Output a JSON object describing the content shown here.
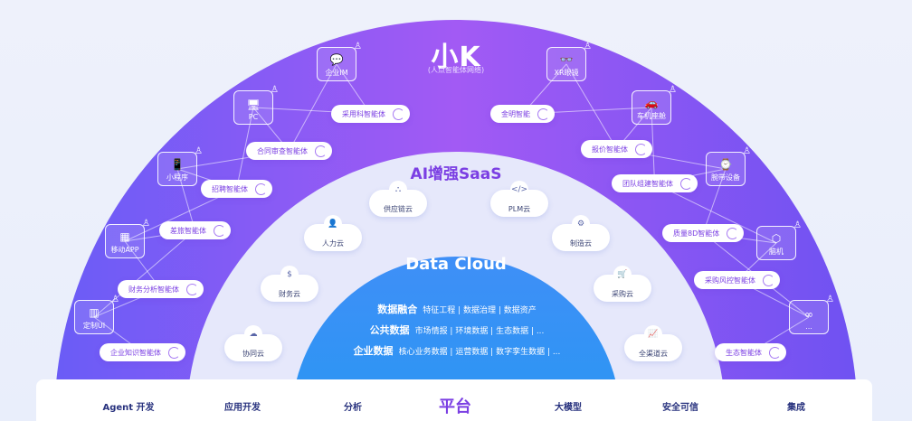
{
  "header": {
    "brand": "小K",
    "brand_sub": "(人点智能体网络)"
  },
  "saas": {
    "title": "AI增强SaaS"
  },
  "data_cloud": {
    "title": "Data Cloud",
    "rows": [
      {
        "label": "数据融合",
        "text": "特征工程 | 数据治理 | 数据资产"
      },
      {
        "label": "公共数据",
        "text": "市场情报 | 环境数据 | 生态数据 | ..."
      },
      {
        "label": "企业数据",
        "text": "核心业务数据 | 运营数据 | 数字孪生数据 | ..."
      }
    ]
  },
  "agents": [
    {
      "label": "采用科智能体"
    },
    {
      "label": "金明智能"
    },
    {
      "label": "合同审查智能体"
    },
    {
      "label": "报价智能体"
    },
    {
      "label": "招聘智能体"
    },
    {
      "label": "团队组建智能体"
    },
    {
      "label": "差旅智能体"
    },
    {
      "label": "质量8D智能体"
    },
    {
      "label": "财务分析智能体"
    },
    {
      "label": "采购风控智能体"
    },
    {
      "label": "企业知识智能体"
    },
    {
      "label": "生态智能体"
    }
  ],
  "devices": [
    {
      "label": "企业IM",
      "icon": "chat-icon",
      "glyph": "💬"
    },
    {
      "label": "XR眼镜",
      "icon": "glasses-icon",
      "glyph": "👓"
    },
    {
      "label": "PC",
      "icon": "monitor-icon",
      "glyph": "🖥"
    },
    {
      "label": "车机座舱",
      "icon": "car-icon",
      "glyph": "🚗"
    },
    {
      "label": "小程序",
      "icon": "phone-icon",
      "glyph": "📱"
    },
    {
      "label": "腕带设备",
      "icon": "watch-icon",
      "glyph": "⌚"
    },
    {
      "label": "移动APP",
      "icon": "apps-icon",
      "glyph": "▦"
    },
    {
      "label": "脑机",
      "icon": "brain-icon",
      "glyph": "⬡"
    },
    {
      "label": "定制UI",
      "icon": "dashboard-icon",
      "glyph": "▥"
    },
    {
      "label": "...",
      "icon": "infinity-icon",
      "glyph": "∞"
    }
  ],
  "clouds": [
    {
      "label": "供应链云",
      "icon": "supply-chain-icon",
      "glyph": "⛬"
    },
    {
      "label": "PLM云",
      "icon": "code-icon",
      "glyph": "</>"
    },
    {
      "label": "人力云",
      "icon": "person-icon",
      "glyph": "👤"
    },
    {
      "label": "制造云",
      "icon": "gear-icon",
      "glyph": "⚙"
    },
    {
      "label": "财务云",
      "icon": "coin-icon",
      "glyph": "$"
    },
    {
      "label": "采购云",
      "icon": "cart-icon",
      "glyph": "🛒"
    },
    {
      "label": "协同云",
      "icon": "cloud-icon",
      "glyph": "☁"
    },
    {
      "label": "全渠道云",
      "icon": "chart-icon",
      "glyph": "📈"
    }
  ],
  "bottom_nav": [
    {
      "label": "Agent 开发"
    },
    {
      "label": "应用开发"
    },
    {
      "label": "分析"
    },
    {
      "label": "平台"
    },
    {
      "label": "大模型"
    },
    {
      "label": "安全可信"
    },
    {
      "label": "集成"
    }
  ],
  "colors": {
    "outer_arc": "#8a4cf5",
    "inner_arc": "#e7e9fb",
    "data_cloud": "#2f8af5",
    "accent": "#7b3fe3",
    "nav_text": "#28327e"
  }
}
